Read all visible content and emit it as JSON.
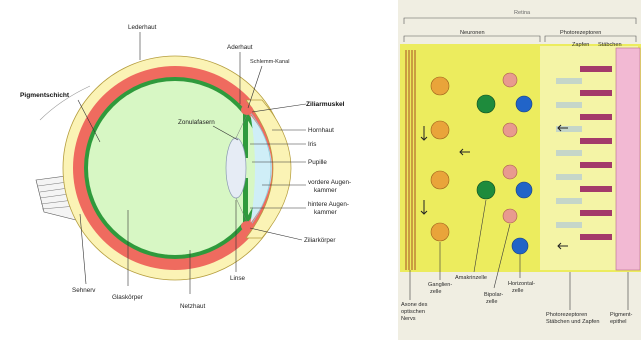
{
  "eye_diagram": {
    "labels": {
      "lederhaut": "Lederhaut",
      "aderhaut": "Aderhaut",
      "schlemm": "Schlemm-Kanal",
      "pigment": "Pigmentschicht",
      "ziliarmuskel": "Ziliarmuskel",
      "zonula": "Zonulafasern",
      "hornhaut": "Hornhaut",
      "iris": "Iris",
      "pupille": "Pupille",
      "vordere_1": "vordere Augen-",
      "vordere_2": "kammer",
      "hintere_1": "hintere Augen-",
      "hintere_2": "kammer",
      "ziliarkoerper": "Ziliarkörper",
      "sehnerv": "Sehnerv",
      "glaskoerper": "Glaskörper",
      "netzhaut": "Netzhaut",
      "linse": "Linse"
    },
    "colors": {
      "sclera": "#fbf3b5",
      "choroid": "#ef6b5f",
      "vitreous": "#d7f7c4",
      "retina": "#2f9a3c",
      "cornea": "#cfeef7",
      "lens": "#e6ecf5"
    }
  },
  "retina_photo": {
    "labels": {
      "top": "Retina",
      "neuronen": "Neuronen",
      "photorezeptoren": "Photorezeptoren",
      "zapfen": "Zapfen",
      "staebchen": "Stäbchen",
      "axone_1": "Axone des",
      "axone_2": "optischen",
      "axone_3": "Nervs",
      "ganglien_1": "Ganglien-",
      "ganglien_2": "zelle",
      "amakrine": "Amakrinzelle",
      "horizontal_1": "Horizontal-",
      "horizontal_2": "zelle",
      "bipolar_1": "Bipolar-",
      "bipolar_2": "zelle",
      "photoreceptors_1": "Photorezeptoren",
      "photoreceptors_2": "Stäbchen und Zapfen",
      "pigment_1": "Pigment-",
      "pigment_2": "epithel"
    },
    "colors": {
      "background": "#f0eee2",
      "yellow": "#ecec5e",
      "axon": "#c28a3a",
      "ganglion": "#e9a43a",
      "amacrine": "#1e8b3c",
      "horizontal": "#2164c8",
      "bipolar": "#e89a8f",
      "rod": "#a33a6a",
      "epithelium": "#f2b9d3"
    }
  }
}
